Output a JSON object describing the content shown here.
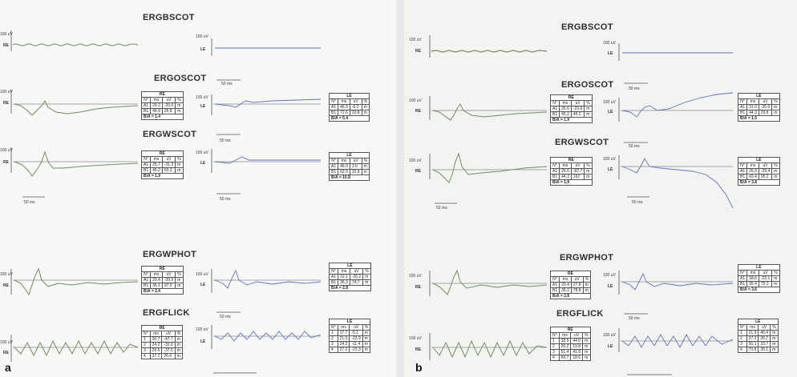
{
  "panels": {
    "a": {
      "label": "a",
      "sections": {
        "bscot": {
          "title": "ERGBSCOT",
          "scale_re": "100 uV",
          "scale_le": "100 uV",
          "eye_re": "RE",
          "eye_le": "LE",
          "time": "50 ms"
        },
        "oscot": {
          "title": "ERGOSCOT",
          "scale_re": "100 uV",
          "scale_le": "100 uV",
          "eye_re": "RE",
          "eye_le": "LE",
          "time": "50 ms",
          "re_table": {
            "caption": "RE",
            "headers": [
              "N°",
              "ms",
              "uV",
              "%"
            ],
            "rows": [
              [
                "A1",
                "29.2",
                "-20.0",
                "m"
              ],
              [
                "B1",
                "46.9",
                "35.8",
                "m"
              ]
            ],
            "ratio": "B/A = 1.4"
          },
          "le_table": {
            "caption": "LE",
            "headers": [
              "N°",
              "ms",
              "uV",
              "%"
            ],
            "rows": [
              [
                "A1",
                "46.9",
                "-6.2",
                "m"
              ],
              [
                "B1",
                "72.6",
                "33.8",
                "m"
              ]
            ],
            "ratio": "B/A = 5.4"
          }
        },
        "wscot": {
          "title": "ERGWSCOT",
          "scale_re": "100 uV",
          "scale_le": "100 uV",
          "eye_re": "RE",
          "eye_le": "LE",
          "time": "50 ms",
          "re_table": {
            "caption": "RE",
            "headers": [
              "N°",
              "ms",
              "uV",
              "%"
            ],
            "rows": [
              [
                "A1",
                "25.7",
                "-31.3",
                "m"
              ],
              [
                "B1",
                "45.2",
                "60.2",
                "m"
              ]
            ],
            "ratio": "B/A = 1.9"
          },
          "le_table": {
            "caption": "LE",
            "headers": [
              "N°",
              "ms",
              "uV",
              "%"
            ],
            "rows": [
              [
                "A1",
                "46.0",
                "3.0",
                "m"
              ],
              [
                "B1",
                "62.0",
                "32.8",
                "m"
              ]
            ],
            "ratio": "B/A = 10.8"
          }
        },
        "wphot": {
          "title": "ERGWPHOT",
          "scale_re": "100 uV",
          "scale_le": "100 uV",
          "eye_re": "RE",
          "eye_le": "LE",
          "time": "50 ms",
          "re_table": {
            "caption": "RE",
            "headers": [
              "N°",
              "ms",
              "uV",
              "%"
            ],
            "rows": [
              [
                "A1",
                "20.4",
                "-39.9",
                "m"
              ],
              [
                "B1",
                "36.1",
                "97.9",
                "m"
              ]
            ],
            "ratio": "B/A = 2.4"
          },
          "le_table": {
            "caption": "LE",
            "headers": [
              "N°",
              "ms",
              "uV",
              "%"
            ],
            "rows": [
              [
                "A1",
                "22.1",
                "-26.2",
                "m"
              ],
              [
                "B1",
                "36.3",
                "74.7",
                "m"
              ]
            ],
            "ratio": "B/A = 2.8"
          }
        },
        "flick": {
          "title": "ERGFLICK",
          "scale_re": "100 uV",
          "scale_le": "100 uV",
          "eye_re": "RE",
          "eye_le": "LE",
          "re_table": {
            "caption": "RE",
            "headers": [
              "N°",
              "ms",
              "uV",
              "%"
            ],
            "rows": [
              [
                "1",
                "20.7",
                "-47.7",
                "m"
              ],
              [
                "2",
                "24.2",
                "-32.6",
                "m"
              ],
              [
                "3",
                "29.6",
                "-37.5",
                "m"
              ],
              [
                "4",
                "37.2",
                "26.4",
                "m"
              ]
            ]
          },
          "le_table": {
            "caption": "LE",
            "headers": [
              "N°",
              "ms",
              "uV",
              "%"
            ],
            "rows": [
              [
                "1",
                "17.7",
                "-5.1",
                "m"
              ],
              [
                "2",
                "21.0",
                "-23.9",
                "m"
              ],
              [
                "3",
                "24.2",
                "-11.4",
                "m"
              ],
              [
                "4",
                "27.2",
                "-23.3",
                "m"
              ]
            ]
          }
        }
      }
    },
    "b": {
      "label": "b",
      "sections": {
        "bscot": {
          "title": "ERGBSCOT",
          "scale_re": "100 uV",
          "scale_le": "100 uV",
          "eye_re": "RE",
          "eye_le": "LE",
          "time": "50 ms"
        },
        "oscot": {
          "title": "ERGOSCOT",
          "scale_re": "100 uV",
          "scale_le": "100 uV",
          "eye_re": "RE",
          "eye_le": "LE",
          "time": "50 ms",
          "re_table": {
            "caption": "RE",
            "headers": [
              "N°",
              "ms",
              "uV",
              "%"
            ],
            "rows": [
              [
                "A1",
                "26.6",
                "-23.6",
                "m"
              ],
              [
                "B1",
                "45.2",
                "45.2",
                "m"
              ]
            ],
            "ratio": "B/A = 1.9"
          },
          "le_table": {
            "caption": "LE",
            "headers": [
              "N°",
              "ms",
              "uV",
              "%"
            ],
            "rows": [
              [
                "A1",
                "31.0",
                "-26.0",
                "m"
              ],
              [
                "B1",
                "44.3",
                "29.8",
                "m"
              ]
            ],
            "ratio": "B/A = 1.5"
          }
        },
        "wscot": {
          "title": "ERGWSCOT",
          "scale_re": "100 uV",
          "scale_le": "100 uV",
          "eye_re": "RE",
          "eye_le": "LE",
          "time": "50 ms",
          "re_table": {
            "caption": "RE",
            "headers": [
              "N°",
              "ms",
              "uV",
              "%"
            ],
            "rows": [
              [
                "A1",
                "26.6",
                "-82.7",
                "m"
              ],
              [
                "B1",
                "44.3",
                "162",
                "m"
              ]
            ],
            "ratio": "B/A = 1.9"
          },
          "le_table": {
            "caption": "LE",
            "headers": [
              "N°",
              "ms",
              "uV",
              "%"
            ],
            "rows": [
              [
                "A1",
                "26.9",
                "-29.4",
                "m"
              ],
              [
                "B1",
                "43.4",
                "95.2",
                "m"
              ]
            ],
            "ratio": "B/A = 3.8"
          }
        },
        "wphot": {
          "title": "ERGWPHOT",
          "scale_re": "100 uV",
          "scale_le": "100 uV",
          "eye_re": "RE",
          "eye_le": "LE",
          "time": "50 ms",
          "re_table": {
            "caption": "RE",
            "headers": [
              "N°",
              "ms",
              "uV",
              "%"
            ],
            "rows": [
              [
                "A1",
                "20.4",
                "27.8",
                "m"
              ],
              [
                "B1",
                "36.2",
                "78.8",
                "m"
              ]
            ],
            "ratio": "B/A = 2.8"
          },
          "le_table": {
            "caption": "LE",
            "headers": [
              "N°",
              "ms",
              "uV",
              "%"
            ],
            "rows": [
              [
                "A1",
                "18.6",
                "-22.1",
                "m"
              ],
              [
                "B1",
                "35.4",
                "79.3",
                "m"
              ]
            ],
            "ratio": "B/A = 3.6"
          }
        },
        "flick": {
          "title": "ERGFLICK",
          "scale_re": "100 uV",
          "scale_le": "100 uV",
          "eye_re": "RE",
          "eye_le": "LE",
          "re_table": {
            "caption": "RE",
            "headers": [
              "N°",
              "ms",
              "uV",
              "%"
            ],
            "rows": [
              [
                "1",
                "18.9",
                "44.0",
                "m"
              ],
              [
                "2",
                "26.2",
                "19.8",
                "m"
              ],
              [
                "3",
                "51.4",
                "41.8",
                "m"
              ],
              [
                "4",
                "69.7",
                "18.6",
                "m"
              ]
            ]
          },
          "le_table": {
            "caption": "LE",
            "headers": [
              "N°",
              "ms",
              "uV",
              "%"
            ],
            "rows": [
              [
                "1",
                "21.9",
                "46.4",
                "m"
              ],
              [
                "2",
                "37.2",
                "26.7",
                "m"
              ],
              [
                "3",
                "50.1",
                "33.7",
                "m"
              ],
              [
                "4",
                "70.8",
                "35.1",
                "m"
              ]
            ]
          }
        }
      }
    }
  },
  "colors": {
    "re_trace": "#6f8f5e",
    "le_trace": "#5d72c8",
    "axis": "#555555"
  }
}
